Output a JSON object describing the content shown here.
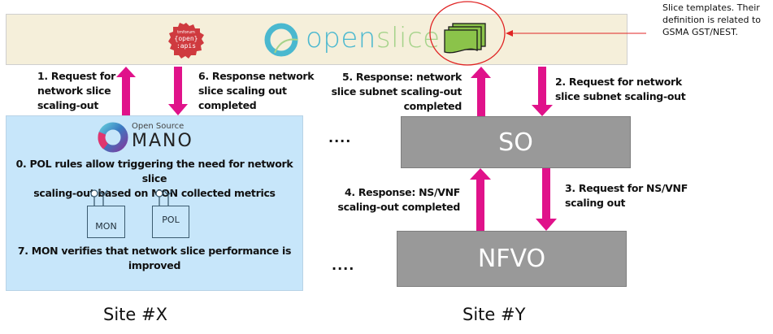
{
  "top_bar": {
    "api_badge": {
      "line1": "tmforum",
      "line2": "{open}",
      "line3": ":apis"
    },
    "openslice_logo": {
      "part1": "open",
      "part2": "slice"
    },
    "slice_templates_icon": "stacked-documents-icon"
  },
  "annotation": {
    "text_line1": "Slice templates. Their",
    "text_line2": "definition is related to",
    "text_line3": "GSMA GST/NEST."
  },
  "arrows": {
    "step1": [
      "1. Request for",
      "network slice",
      "scaling-out"
    ],
    "step6": [
      "6. Response network",
      "slice scaling out",
      "completed"
    ],
    "step5": [
      "5. Response: network",
      "slice subnet scaling-out",
      "completed"
    ],
    "step2": [
      "2. Request for network",
      "slice subnet scaling-out"
    ],
    "step4": [
      "4. Response: NS/VNF",
      "scaling-out completed"
    ],
    "step3": [
      "3. Request for NS/VNF",
      "scaling out"
    ]
  },
  "osm_box": {
    "logo_small": "Open Source",
    "logo_big": "MANO",
    "step0": [
      "0. POL rules allow triggering the need for network slice",
      "scaling-out based on MON collected metrics"
    ],
    "components": [
      "MON",
      "POL"
    ],
    "step7": [
      "7. MON verifies that network slice performance is",
      "improved"
    ]
  },
  "site_y": {
    "so_label": "SO",
    "nfvo_label": "NFVO"
  },
  "ellipsis": {
    "upper": "....",
    "lower": "...."
  },
  "sites": {
    "x": "Site #X",
    "y": "Site #Y"
  },
  "colors": {
    "arrow": "#e0128a",
    "highlight": "#e02424",
    "top_bar": "#f5efda",
    "osm_box": "#c7e6fa",
    "gray_box": "#999999"
  }
}
